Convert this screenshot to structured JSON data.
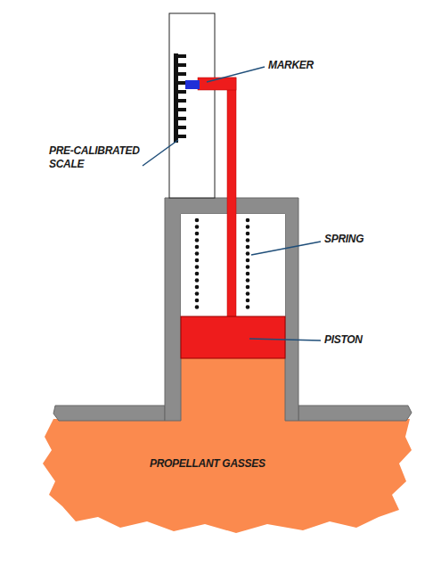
{
  "diagram": {
    "labels": [
      "MARKER",
      "PRE-CALIBRATED SCALE",
      "SPRING",
      "PISTON",
      "PROPELLANT GASSES"
    ]
  }
}
